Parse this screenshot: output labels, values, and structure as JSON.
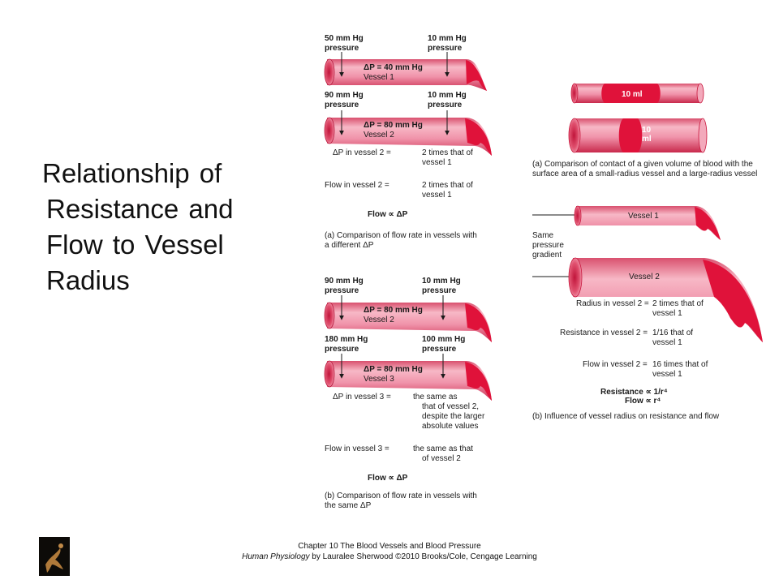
{
  "title_lines": [
    "Relationship of",
    "Resistance and",
    "Flow to Vessel",
    "Radius"
  ],
  "left_a": {
    "v1_left_pressure": [
      "50 mm Hg",
      "pressure"
    ],
    "v1_right_pressure": [
      "10 mm Hg",
      "pressure"
    ],
    "v1_delta": "ΔP = 40 mm Hg",
    "v1_name": "Vessel 1",
    "v2_left_pressure": [
      "90 mm Hg",
      "pressure"
    ],
    "v2_right_pressure": [
      "10 mm Hg",
      "pressure"
    ],
    "v2_delta": "ΔP = 80 mm Hg",
    "v2_name": "Vessel 2",
    "dp_compare_left": "ΔP in vessel 2 =",
    "dp_compare_right": [
      "2 times that of",
      "vessel 1"
    ],
    "flow_compare_left": "Flow in vessel 2 =",
    "flow_compare_right": [
      "2 times that of",
      "vessel 1"
    ],
    "law": "Flow ∝ ΔP",
    "caption": [
      "(a)  Comparison of flow rate in vessels with",
      "a different ΔP"
    ]
  },
  "left_b": {
    "v2_left_pressure": [
      "90 mm Hg",
      "pressure"
    ],
    "v2_right_pressure": [
      "10 mm Hg",
      "pressure"
    ],
    "v2_delta": "ΔP = 80 mm Hg",
    "v2_name": "Vessel 2",
    "v3_left_pressure": [
      "180 mm Hg",
      "pressure"
    ],
    "v3_right_pressure": [
      "100 mm Hg",
      "pressure"
    ],
    "v3_delta": "ΔP = 80 mm Hg",
    "v3_name": "Vessel 3",
    "dp_compare_left": "ΔP in vessel 3 =",
    "dp_compare_right": [
      "the same as",
      "that of vessel 2,",
      "despite the larger",
      "absolute values"
    ],
    "flow_compare_left": "Flow in vessel 3 =",
    "flow_compare_right": [
      "the same as that",
      "of vessel 2"
    ],
    "law": "Flow ∝ ΔP",
    "caption": [
      "(b)  Comparison of flow rate in vessels with",
      "the same ΔP"
    ]
  },
  "right_a": {
    "small_volume": "10 ml",
    "large_volume": [
      "10",
      "ml"
    ],
    "caption": [
      "(a)  Comparison of contact of a given volume of blood with the",
      "surface area of a small-radius vessel and a large-radius vessel"
    ]
  },
  "right_b": {
    "v1_name": "Vessel 1",
    "v2_name": "Vessel 2",
    "gradient_label": [
      "Same",
      "pressure",
      "gradient"
    ],
    "radius_left": "Radius in vessel 2 =",
    "radius_right": [
      "2 times that of",
      "vessel 1"
    ],
    "resist_left": "Resistance in vessel 2 =",
    "resist_right": [
      "1/16 that of",
      "vessel 1"
    ],
    "flow_left": "Flow in vessel 2 =",
    "flow_right": [
      "16 times that of",
      "vessel 1"
    ],
    "law_resistance": "Resistance ∝ 1/r⁴",
    "law_flow": "Flow ∝ r⁴",
    "caption": "(b)  Influence of vessel radius on resistance and flow"
  },
  "footer": {
    "line1": "Chapter 10 The Blood Vessels and Blood Pressure",
    "book": "Human Physiology",
    "line2_rest": " by Lauralee Sherwood ©2010 Brooks/Cole, Cengage Learning"
  },
  "colors": {
    "vessel_light": "#f4a7b9",
    "vessel_mid": "#e06480",
    "vessel_dark": "#c8163c",
    "blood": "#e0123a"
  }
}
